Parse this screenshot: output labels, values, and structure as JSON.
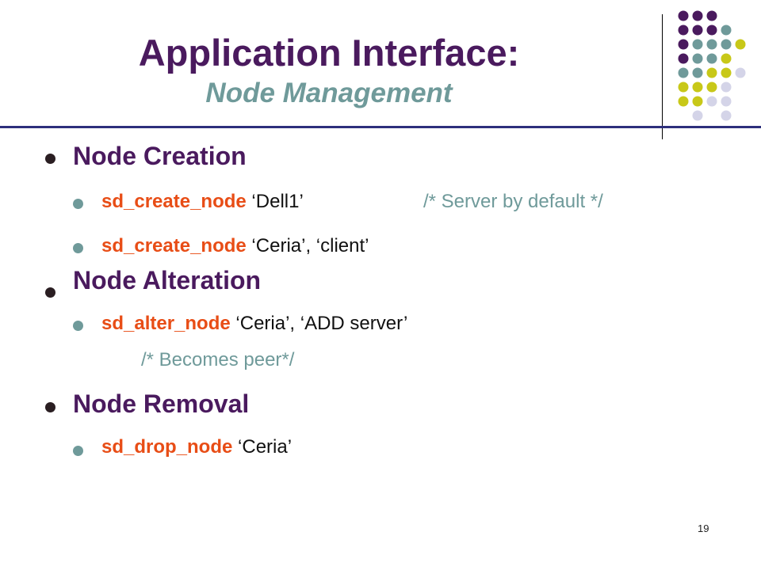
{
  "title": {
    "main": "Application Interface:",
    "sub": "Node Management"
  },
  "colors": {
    "title": "#4a1a5e",
    "subtitle": "#6f9a9a",
    "command": "#e84d16",
    "comment": "#6f9a9a",
    "rule": "#2d2f7c",
    "dot_purple": "#4a1a5e",
    "dot_teal": "#6f9a9a",
    "dot_yellow": "#c8c818",
    "dot_lavender": "#d4d4e8"
  },
  "sections": [
    {
      "heading": "Node Creation",
      "items": [
        {
          "command": "sd_create_node",
          "args": " ‘Dell1’",
          "comment": "/* Server by default */"
        },
        {
          "command": "sd_create_node",
          "args": " ‘Ceria’, ‘client’",
          "comment": ""
        }
      ]
    },
    {
      "heading": "Node Alteration",
      "items": [
        {
          "command": "sd_alter_node",
          "args": " ‘Ceria’, ‘ADD server’",
          "comment": "/* Becomes peer*/"
        }
      ]
    },
    {
      "heading": "Node Removal",
      "items": [
        {
          "command": "sd_drop_node",
          "args": " ‘Ceria’",
          "comment": ""
        }
      ]
    }
  ],
  "page_number": "19"
}
